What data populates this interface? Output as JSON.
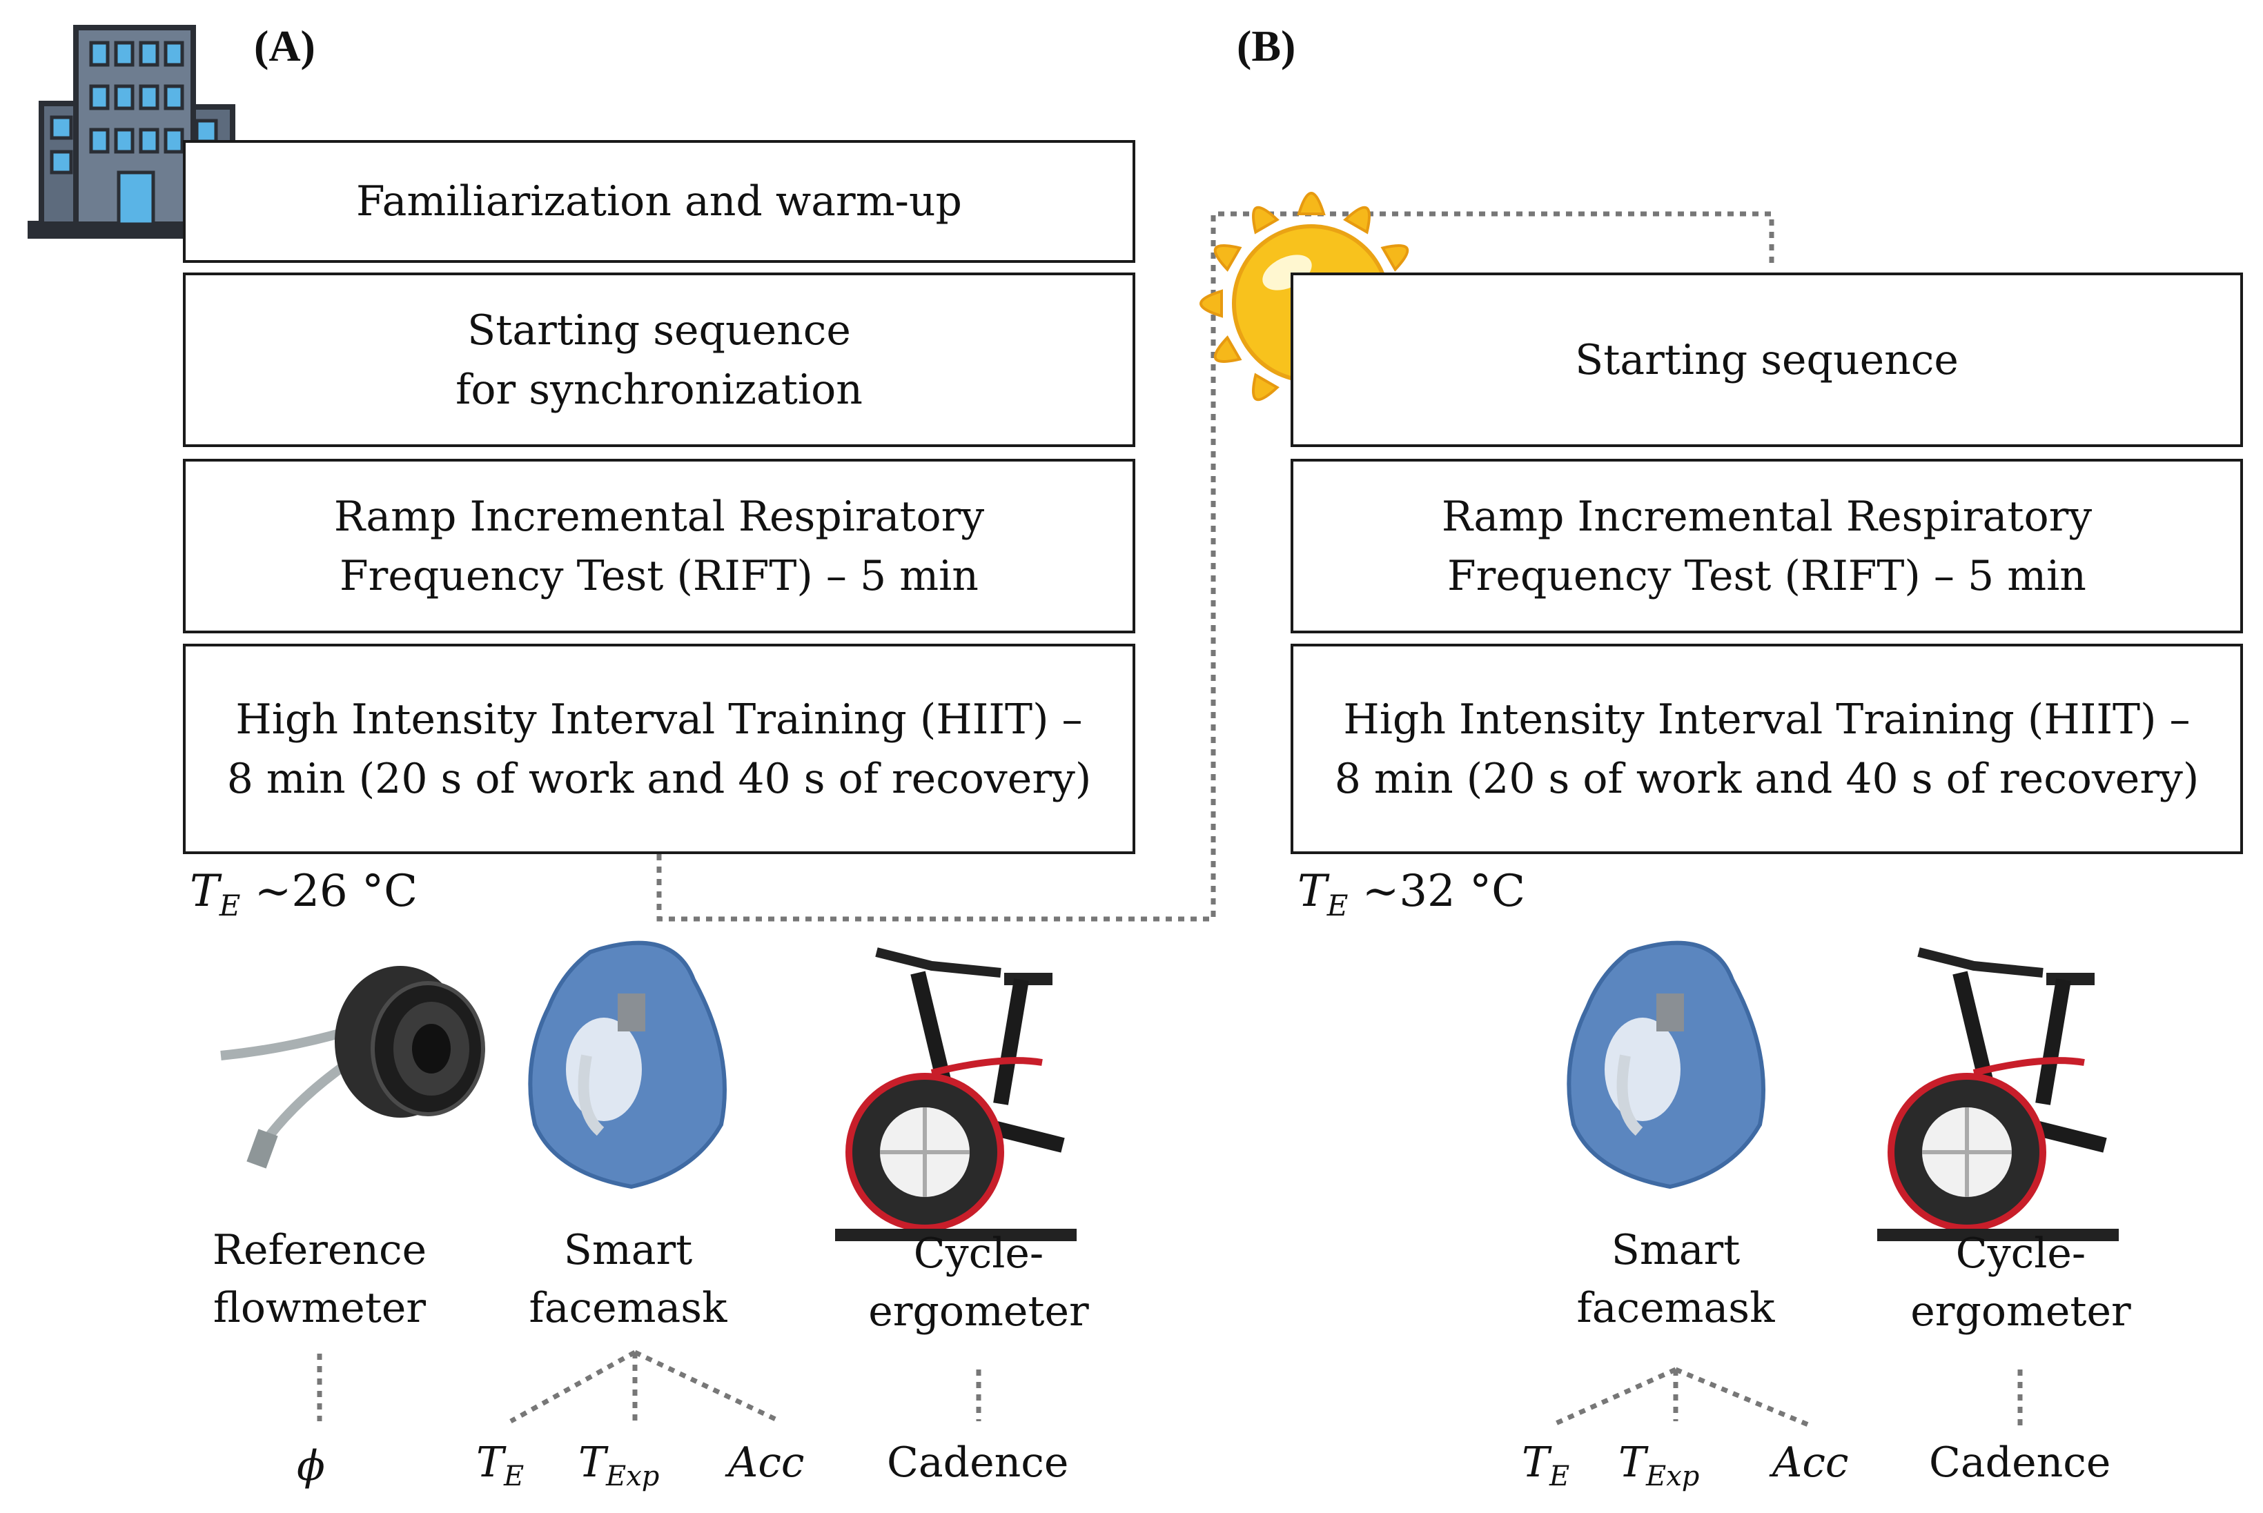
{
  "panel_a": {
    "label": "(A)",
    "steps": [
      "Familiarization and warm-up",
      "Starting sequence\nfor synchronization",
      "Ramp Incremental Respiratory\nFrequency Test (RIFT) – 5 min",
      "High Intensity Interval Training (HIIT) –\n8 min (20 s of work and 40 s of recovery)"
    ],
    "temperature": {
      "symbol": "T",
      "sub": "E",
      "value": " ~26 °C"
    },
    "devices": [
      {
        "label": "Reference\nflowmeter",
        "icon": "flowmeter-image"
      },
      {
        "label": "Smart\nfacemask",
        "icon": "facemask-image"
      },
      {
        "label": "Cycle-\nergometer",
        "icon": "bike-image"
      }
    ],
    "outputs": {
      "flow": "ϕ",
      "te": {
        "symbol": "T",
        "sub": "E"
      },
      "texp": {
        "symbol": "T",
        "sub": "Exp"
      },
      "acc": "Acc",
      "cadence": "Cadence"
    }
  },
  "panel_b": {
    "label": "(B)",
    "steps": [
      "Starting sequence",
      "Ramp Incremental Respiratory\nFrequency Test (RIFT) – 5 min",
      "High Intensity Interval Training (HIIT) –\n8 min (20 s of work and 40 s of recovery)"
    ],
    "temperature": {
      "symbol": "T",
      "sub": "E",
      "value": " ~32 °C"
    },
    "devices": [
      {
        "label": "Smart\nfacemask",
        "icon": "facemask-image"
      },
      {
        "label": "Cycle-\nergometer",
        "icon": "bike-image"
      }
    ],
    "outputs": {
      "te": {
        "symbol": "T",
        "sub": "E"
      },
      "texp": {
        "symbol": "T",
        "sub": "Exp"
      },
      "acc": "Acc",
      "cadence": "Cadence"
    }
  },
  "icons": {
    "indoor": "building-icon",
    "outdoor": "sun-icon"
  },
  "colors": {
    "box_border": "#1a1a1a",
    "connector": "#777777",
    "sun": "#f6b81a",
    "mask": "#5b86bf",
    "building": "#5d6b7d",
    "window": "#5ab4e6"
  }
}
